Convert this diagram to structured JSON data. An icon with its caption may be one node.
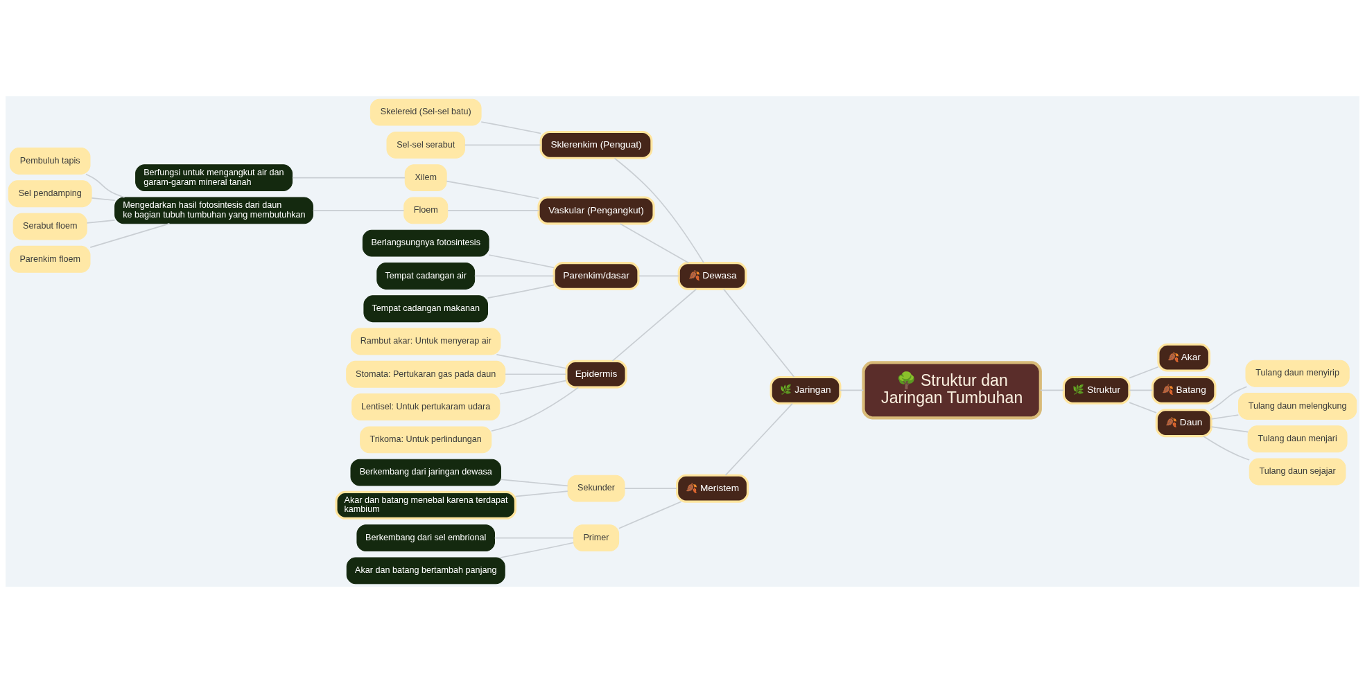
{
  "diagram": {
    "nodes": [
      {
        "text": [
          "🌳 Struktur dan Jaringan Tumbuhan"
        ]
      },
      {
        "text": [
          "🌿 Struktur"
        ]
      },
      {
        "text": [
          "🍂 Akar"
        ]
      },
      {
        "text": [
          "🍂 Batang"
        ]
      },
      {
        "text": [
          "🍂 Daun"
        ]
      },
      {
        "text": [
          "Tulang daun menyirip"
        ]
      },
      {
        "text": [
          "Tulang daun melengkung"
        ]
      },
      {
        "text": [
          "Tulang daun menjari"
        ]
      },
      {
        "text": [
          "Tulang daun sejajar"
        ]
      },
      {
        "text": [
          "🌿 Jaringan"
        ]
      },
      {
        "text": [
          "🍂 Dewasa"
        ]
      },
      {
        "text": [
          "Sklerenkim (Penguat)"
        ]
      },
      {
        "text": [
          "Skelereid (Sel-sel batu)"
        ]
      },
      {
        "text": [
          "Sel-sel serabut"
        ]
      },
      {
        "text": [
          "Vaskular (Pengangkut)"
        ]
      },
      {
        "text": [
          "Xilem"
        ]
      },
      {
        "text": [
          "Berfungsi untuk mengangkut air dan garam-garam mineral tanah"
        ]
      },
      {
        "text": [
          "Floem"
        ]
      },
      {
        "text": [
          "Mengedarkan hasil fotosintesis dari daun ke bagian tubuh tumbuhan yang membutuhkan"
        ]
      },
      {
        "text": [
          "Pembuluh tapis"
        ]
      },
      {
        "text": [
          "Sel pendamping"
        ]
      },
      {
        "text": [
          "Serabut floem"
        ]
      },
      {
        "text": [
          "Parenkim floem"
        ]
      },
      {
        "text": [
          "Parenkim/dasar"
        ]
      },
      {
        "text": [
          "Berlangsungnya fotosintesis"
        ]
      },
      {
        "text": [
          "Tempat cadangan air"
        ]
      },
      {
        "text": [
          "Tempat cadangan makanan"
        ]
      },
      {
        "text": [
          "Epidermis"
        ]
      },
      {
        "text": [
          "Rambut akar: Untuk menyerap air"
        ]
      },
      {
        "text": [
          "Stomata: Pertukaran gas pada daun"
        ]
      },
      {
        "text": [
          "Lentisel: Untuk pertukaram udara"
        ]
      },
      {
        "text": [
          "Trikoma: Untuk perlindungan"
        ]
      },
      {
        "text": [
          "🍂 Meristem"
        ]
      },
      {
        "text": [
          "Sekunder"
        ]
      },
      {
        "text": [
          "Berkembang dari jaringan dewasa"
        ]
      },
      {
        "text": [
          "Akar dan batang menebal karena terdapat kambium"
        ]
      },
      {
        "text": [
          "Primer"
        ]
      },
      {
        "text": [
          "Berkembang dari sel embrional"
        ]
      },
      {
        "text": [
          "Akar dan batang bertambah panjang"
        ]
      }
    ],
    "edges": [
      {
        "from": 0,
        "to": 1,
        "arrow": "none"
      },
      {
        "from": 1,
        "to": 2,
        "arrow": "none"
      },
      {
        "from": 1,
        "to": 3,
        "arrow": "none"
      },
      {
        "from": 1,
        "to": 4,
        "arrow": "none"
      },
      {
        "from": 4,
        "to": 5,
        "arrow": "none"
      },
      {
        "from": 4,
        "to": 6,
        "arrow": "none"
      },
      {
        "from": 4,
        "to": 7,
        "arrow": "none"
      },
      {
        "from": 4,
        "to": 8,
        "arrow": "none"
      },
      {
        "from": 0,
        "to": 9,
        "arrow": "none"
      },
      {
        "from": 9,
        "to": 10,
        "arrow": "none"
      },
      {
        "from": 10,
        "to": 11,
        "arrow": "none"
      },
      {
        "from": 11,
        "to": 12,
        "arrow": "none"
      },
      {
        "from": 11,
        "to": 13,
        "arrow": "none"
      },
      {
        "from": 10,
        "to": 14,
        "arrow": "none"
      },
      {
        "from": 14,
        "to": 15,
        "arrow": "none"
      },
      {
        "from": 15,
        "to": 16,
        "arrow": "none"
      },
      {
        "from": 14,
        "to": 17,
        "arrow": "none"
      },
      {
        "from": 17,
        "to": 18,
        "arrow": "none"
      },
      {
        "from": 18,
        "to": 19,
        "arrow": "none"
      },
      {
        "from": 18,
        "to": 20,
        "arrow": "none"
      },
      {
        "from": 18,
        "to": 21,
        "arrow": "none"
      },
      {
        "from": 18,
        "to": 22,
        "arrow": "none"
      },
      {
        "from": 10,
        "to": 23,
        "arrow": "none"
      },
      {
        "from": 23,
        "to": 24,
        "arrow": "none"
      },
      {
        "from": 23,
        "to": 25,
        "arrow": "none"
      },
      {
        "from": 23,
        "to": 26,
        "arrow": "none"
      },
      {
        "from": 10,
        "to": 27,
        "arrow": "none"
      },
      {
        "from": 27,
        "to": 28,
        "arrow": "none"
      },
      {
        "from": 27,
        "to": 29,
        "arrow": "none"
      },
      {
        "from": 27,
        "to": 30,
        "arrow": "none"
      },
      {
        "from": 27,
        "to": 31,
        "arrow": "none"
      },
      {
        "from": 9,
        "to": 32,
        "arrow": "none"
      },
      {
        "from": 32,
        "to": 33,
        "arrow": "none"
      },
      {
        "from": 33,
        "to": 34,
        "arrow": "none"
      },
      {
        "from": 33,
        "to": 35,
        "arrow": "none"
      },
      {
        "from": 32,
        "to": 36,
        "arrow": "none"
      },
      {
        "from": 36,
        "to": 37,
        "arrow": "none"
      },
      {
        "from": 36,
        "to": 38,
        "arrow": "none"
      }
    ]
  }
}
